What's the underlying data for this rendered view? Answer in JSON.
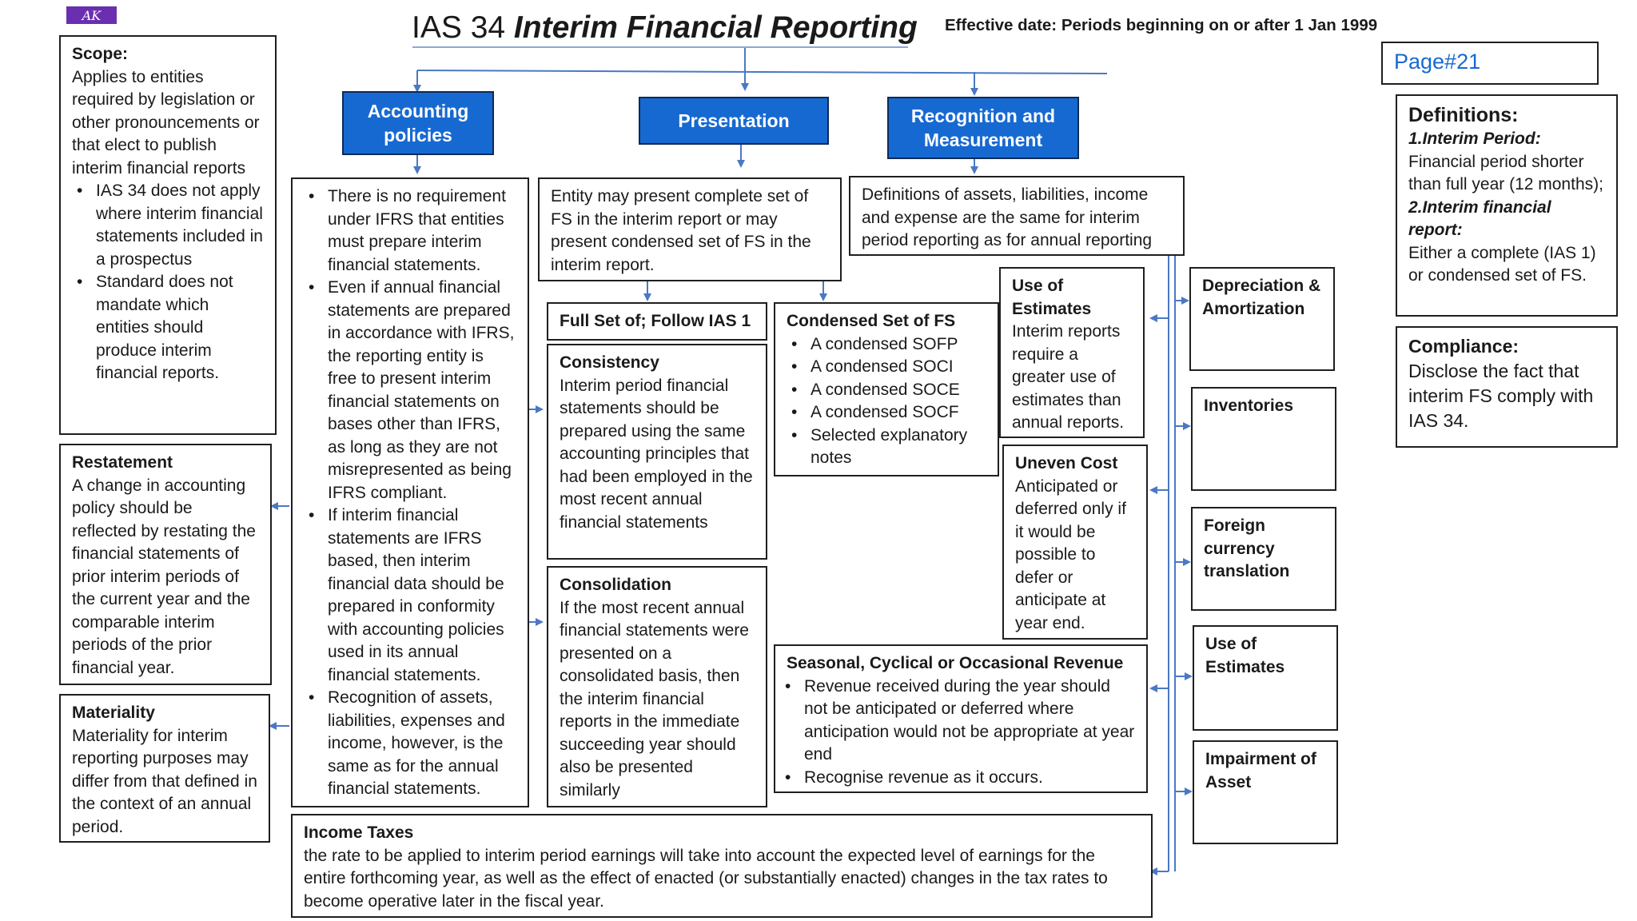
{
  "logo_text": "AK",
  "title": {
    "prefix": "IAS 34 ",
    "italic": "Interim Financial Reporting"
  },
  "effective_date": "Effective date: Periods beginning on or after 1 Jan 1999",
  "page_label": "Page#21",
  "scope": {
    "heading": "Scope:",
    "text": "Applies to entities required by legislation or other pronouncements or that elect to publish interim financial reports",
    "bullets": [
      "IAS 34 does not apply where interim financial statements included in a prospectus",
      "Standard does not mandate which entities should produce interim financial reports."
    ]
  },
  "restatement": {
    "heading": "Restatement",
    "text": "A change in accounting policy should be reflected by restating the financial statements of prior interim periods of the current year and the comparable interim periods of the prior financial year."
  },
  "materiality": {
    "heading": "Materiality",
    "text": "Materiality for interim reporting purposes may differ from that defined in the context of an annual period."
  },
  "headers": {
    "accounting_policies": "Accounting policies",
    "presentation": "Presentation",
    "recognition": "Recognition and Measurement"
  },
  "accounting_policies_bullets": [
    "There is no requirement under IFRS that entities must prepare interim financial statements.",
    "Even if annual financial statements are prepared in accordance with IFRS, the reporting entity is free to present interim financial statements on bases other than IFRS, as long as they are not misrepresented as being IFRS compliant.",
    "If interim financial statements are IFRS based, then interim financial data should be prepared in conformity with accounting policies used in its annual financial statements.",
    "Recognition of assets, liabilities, expenses and income, however, is the same as for the annual financial statements."
  ],
  "presentation_text": "Entity may present complete set of FS in the interim report or may present condensed set of FS in the interim report.",
  "full_set": "Full Set of; Follow IAS 1",
  "condensed": {
    "heading": "Condensed Set of FS",
    "items": [
      "A condensed SOFP",
      "A condensed SOCI",
      "A condensed SOCE",
      "A condensed SOCF",
      "Selected explanatory notes"
    ]
  },
  "consistency": {
    "heading": "Consistency",
    "text": "Interim period financial statements should be prepared using the same accounting principles that had been employed in the most recent annual financial statements"
  },
  "consolidation": {
    "heading": "Consolidation",
    "text": "If the most recent annual financial statements were presented on a consolidated basis, then the interim financial reports in the immediate succeeding year should also be presented similarly"
  },
  "recognition_text": "Definitions of assets, liabilities, income and expense are the same for interim period reporting as for annual reporting",
  "use_of_estimates": {
    "heading": "Use of Estimates",
    "text": "Interim reports require a greater use of estimates than annual reports."
  },
  "uneven_cost": {
    "heading": "Uneven Cost",
    "text": "Anticipated or deferred only if it would be possible to defer or anticipate at year end."
  },
  "seasonal": {
    "heading": "Seasonal, Cyclical or Occasional Revenue",
    "bullets": [
      "Revenue received during the year should not be anticipated or deferred where anticipation would not be appropriate at year end",
      "Recognise revenue as it occurs."
    ]
  },
  "income_taxes": {
    "heading": "Income Taxes",
    "text": "the rate to be applied to interim period earnings will take into account the expected level of earnings for the entire forthcoming year, as well as the effect of enacted (or substantially enacted) changes in the tax rates to become operative later in the fiscal year."
  },
  "side_topics": [
    "Depreciation & Amortization",
    "Inventories",
    "Foreign currency translation",
    "Use of Estimates",
    "Impairment of Asset"
  ],
  "definitions": {
    "heading": "Definitions:",
    "term1": "1.Interim Period:",
    "def1": "Financial period shorter than full year (12 months);",
    "term2": "2.Interim financial report:",
    "def2": "Either a complete (IAS 1) or condensed set of FS."
  },
  "compliance": {
    "heading": "Compliance:",
    "text": "Disclose the fact that interim FS comply with IAS 34."
  },
  "colors": {
    "header_blue": "#1769d2",
    "arrow_blue": "#4a78c4",
    "logo_purple": "#6a2fb0"
  }
}
